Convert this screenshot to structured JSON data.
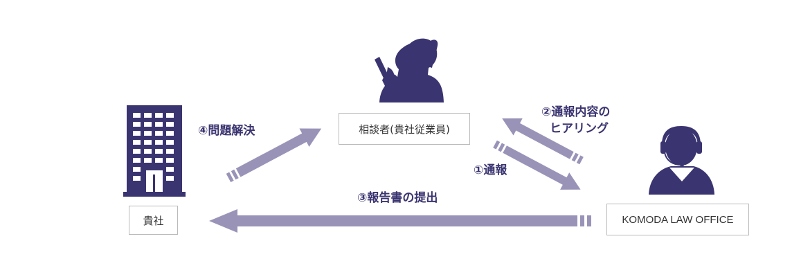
{
  "nodes": {
    "employee": "相談者(貴社従業員)",
    "company": "貴社",
    "office": "KOMODA LAW OFFICE"
  },
  "steps": {
    "step1": "①通報",
    "step2_line1": "②通報内容の",
    "step2_line2": "ヒアリング",
    "step3": "③報告書の提出",
    "step4": "④問題解決"
  },
  "colors": {
    "icon": "#3a3470",
    "arrow": "#9a93b8",
    "label": "#3a3470"
  },
  "icons": {
    "employee": "woman-with-smartphone-icon",
    "company": "office-building-icon",
    "office": "operator-headset-icon"
  }
}
